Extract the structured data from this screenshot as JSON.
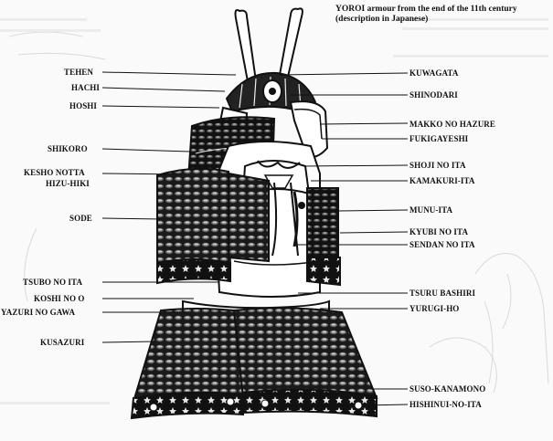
{
  "title": {
    "line1": "YOROI armour from the end of the 11th century",
    "line2": "(description in Japanese)"
  },
  "labels_left": {
    "tehen": "TEHEN",
    "hachi": "HACHI",
    "hoshi": "HOSHI",
    "shikoro": "SHIKORO",
    "kesho_notta": "KESHO NOTTA",
    "hizu_hiki": "HIZU-HIKI",
    "sode": "SODE",
    "tsubo_no_ita": "TSUBO NO ITA",
    "koshi_no_o": "KOSHI NO O",
    "yazuri_no_gawa": "YAZURI NO GAWA",
    "kusazuri": "KUSAZURI"
  },
  "labels_right": {
    "kuwagata": "KUWAGATA",
    "shinodari": "SHINODARI",
    "makko_no_hazure": "MAKKO NO HAZURE",
    "fukigayeshi": "FUKIGAYESHI",
    "shoji_no_ita": "SHOJI NO ITA",
    "kamakuri_ita": "KAMAKURI-ITA",
    "munu_ita": "MUNU-ITA",
    "kyubi_no_ita": "KYUBI NO ITA",
    "sendan_no_ita": "SENDAN NO ITA",
    "tsuru_bashiri": "TSURU BASHIRI",
    "yurugi_ho": "YURUGI-HO",
    "suso_kanamono": "SUSO-KANAMONO",
    "hishinui_no_ita": "HISHINUI-NO-ITA"
  }
}
